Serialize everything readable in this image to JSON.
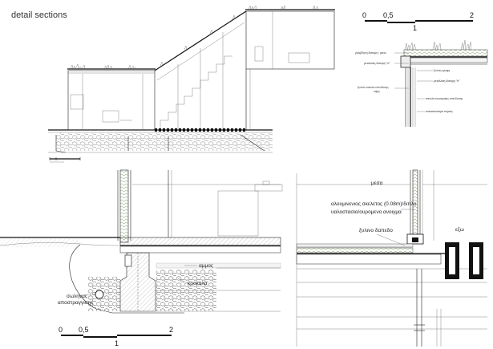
{
  "title": "detail sections",
  "scale_top": {
    "labels": [
      "0",
      "0,5",
      "1",
      "2"
    ]
  },
  "scale_bottom": {
    "labels": [
      "0",
      "0,5",
      "1",
      "2"
    ]
  },
  "roof_detail": {
    "labels": [
      "ρηλιβδηνη διατομη / μικτο",
      "μεταλλικη διατομη \"π\"",
      "ξυλινη οροφη",
      "μεταλλικη διατομη \"π\"",
      "ξυλινα πανελα επενδυσης",
      "οψης",
      "πανελα εσωτερικης επενδυσης",
      "κατασκευασμα πορτας"
    ]
  },
  "foundation_detail": {
    "ammos": "αμμος",
    "krokala": "κροκαλα",
    "drain_line1": "σωληνας",
    "drain_line2": "αποστραγγισης"
  },
  "floor_detail": {
    "mesa": "μεσα",
    "frame_line1": "αλουμινενιος σκελετος (0.08m)/διπλο",
    "frame_line2": "υαλοστασιο/ουρομενο ανοιγμα",
    "floor": "ξυλινο δαπεδο",
    "exo": "εξω"
  }
}
